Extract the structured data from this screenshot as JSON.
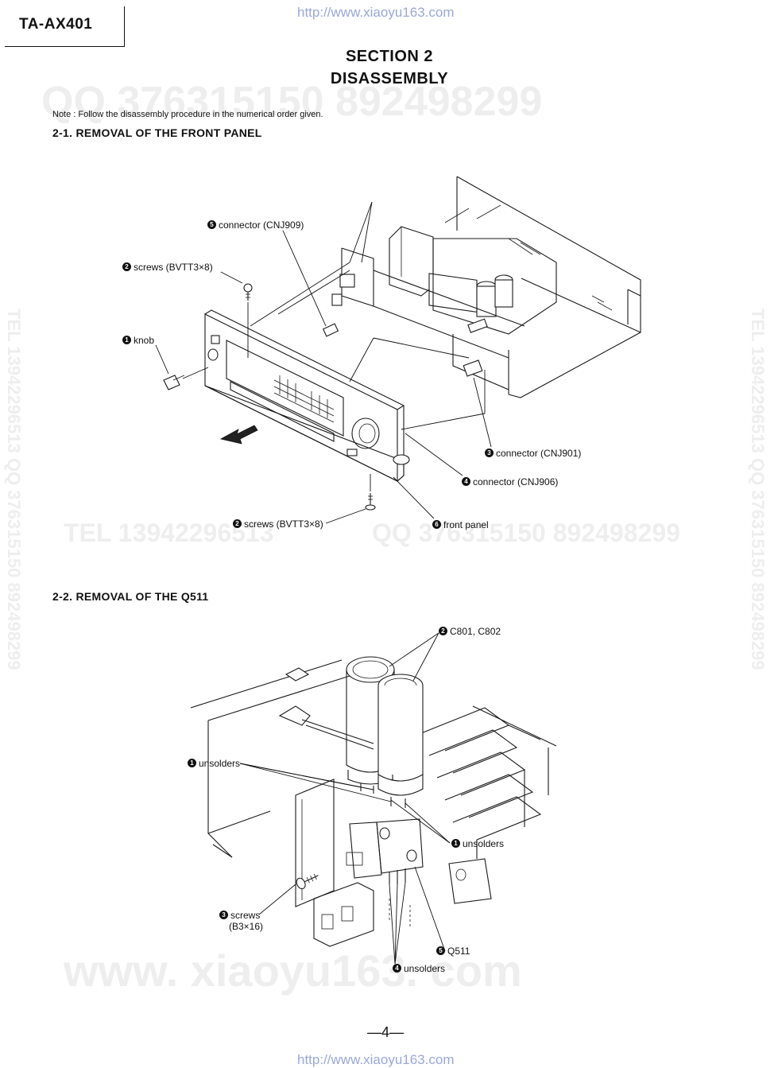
{
  "header": {
    "model": "TA-AX401",
    "url_top": "http://www.xiaoyu163.com",
    "url_bottom": "http://www.xiaoyu163.com"
  },
  "watermarks": {
    "qq_top": "QQ 376315150   892498299",
    "tel_mid": "TEL 13942296513",
    "qq_mid": "QQ 376315150  892498299",
    "side": "TEL 13942296513  QQ 376315150  892498299",
    "bottom": "www. xiaoyu163. com"
  },
  "section": {
    "line1": "SECTION 2",
    "line2": "DISASSEMBLY"
  },
  "note": "Note : Follow the disassembly procedure in the numerical order given.",
  "fig1": {
    "heading": "2-1.   REMOVAL OF THE FRONT PANEL",
    "callouts": [
      {
        "n": "5",
        "text": "connector (CNJ909)"
      },
      {
        "n": "2",
        "text": "screws (BVTT3×8)"
      },
      {
        "n": "1",
        "text": "knob"
      },
      {
        "n": "3",
        "text": "connector (CNJ901)"
      },
      {
        "n": "4",
        "text": "connector (CNJ906)"
      },
      {
        "n": "2",
        "text": "screws (BVTT3×8)"
      },
      {
        "n": "6",
        "text": "front panel"
      }
    ]
  },
  "fig2": {
    "heading": "2-2.   REMOVAL OF THE Q511",
    "callouts": [
      {
        "n": "2",
        "text": "C801, C802"
      },
      {
        "n": "1",
        "text": "unsolders"
      },
      {
        "n": "1",
        "text": "unsolders"
      },
      {
        "n": "3",
        "text": "screws"
      },
      {
        "n": "",
        "text": "(B3×16)"
      },
      {
        "n": "5",
        "text": "Q511"
      },
      {
        "n": "4",
        "text": "unsolders"
      }
    ]
  },
  "footer": {
    "page": "—4—"
  }
}
